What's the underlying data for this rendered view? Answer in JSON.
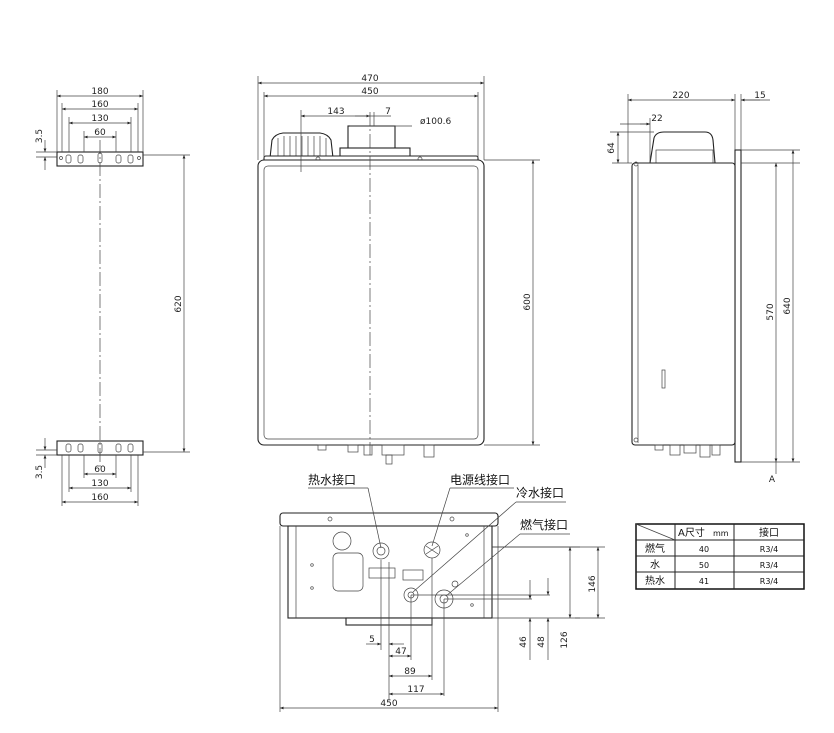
{
  "bracket": {
    "top_widths": [
      "180",
      "160",
      "130",
      "60"
    ],
    "thickness": "3.5",
    "height": "620",
    "bottom_widths": [
      "60",
      "130",
      "160"
    ]
  },
  "front": {
    "width_outer": "470",
    "width_inner": "450",
    "flue_offset": "143",
    "flue_gap": "7",
    "flue_diameter": "ø100.6",
    "height": "600"
  },
  "side": {
    "depth": "220",
    "wall_gap": "15",
    "flue_depth": "22",
    "flue_height": "64",
    "inner_height": "570",
    "total_height": "640",
    "marker": "A"
  },
  "bottom": {
    "labels": {
      "hot_water": "热水接口",
      "power": "电源线接口",
      "cold_water": "冷水接口",
      "gas": "燃气接口"
    },
    "dims": {
      "d5": "5",
      "d47": "47",
      "d89": "89",
      "d117": "117",
      "d450": "450",
      "d46": "46",
      "d48": "48",
      "d126": "126",
      "d146": "146"
    }
  },
  "table": {
    "headers": [
      "A尺寸",
      "mm",
      "接口"
    ],
    "rows": [
      {
        "name": "燃气",
        "a": "40",
        "port": "R3/4"
      },
      {
        "name": "水",
        "a": "50",
        "port": "R3/4"
      },
      {
        "name": "热水",
        "a": "41",
        "port": "R3/4"
      }
    ]
  }
}
